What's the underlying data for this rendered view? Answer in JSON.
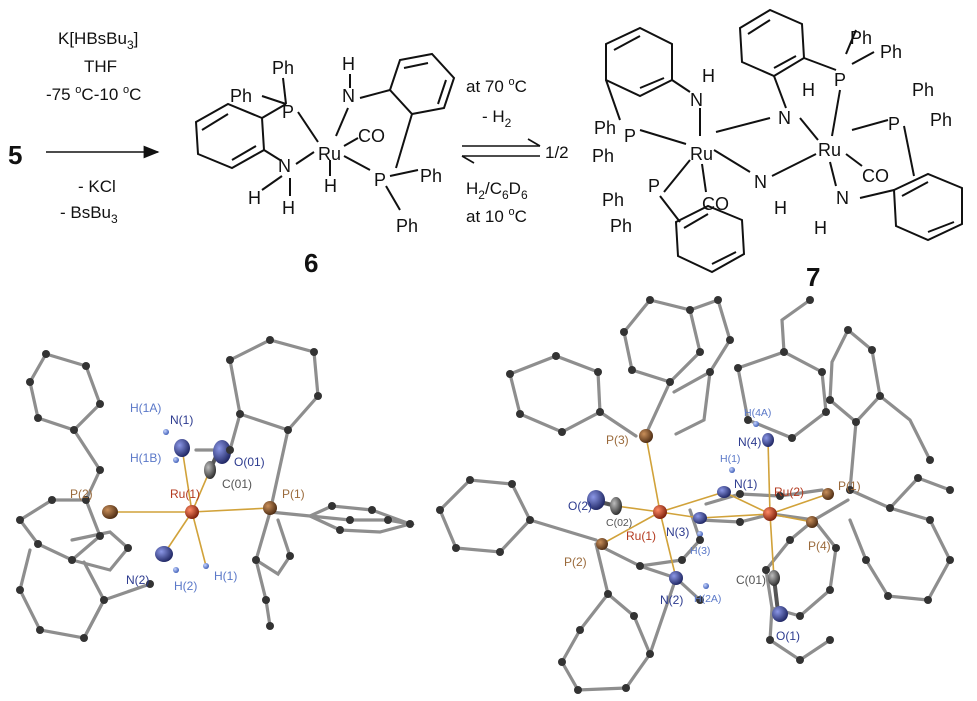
{
  "scheme": {
    "start_label": "5",
    "reagents_above": [
      "K[HBsBu",
      "3",
      "]",
      "THF",
      "-75 ",
      "o",
      "C-10 ",
      "o",
      "C"
    ],
    "reagents_below": [
      "- KCl",
      "- BsBu",
      "3"
    ],
    "cond_forward_1": "at 70 ",
    "cond_forward_deg": "o",
    "cond_forward_C": "C",
    "cond_forward_2": "- H",
    "cond_forward_2_sub": "2",
    "cond_reverse_1": "H",
    "cond_reverse_1_sub": "2",
    "cond_reverse_1b": "/C",
    "cond_reverse_1c": "6",
    "cond_reverse_1d": "D",
    "cond_reverse_1e": "6",
    "cond_reverse_2": "at 10 ",
    "cond_reverse_deg": "o",
    "cond_reverse_C": "C",
    "half": "1/2",
    "compound6": "6",
    "compound7": "7"
  },
  "structure6_labels": {
    "ph_top": "Ph",
    "ph_left": "Ph",
    "p": "P",
    "h_top": "H",
    "n_top": "N",
    "ru": "Ru",
    "co": "CO",
    "n_bottom": "N",
    "h_ru": "H",
    "h_n1": "H",
    "h_n2": "H",
    "p2": "P",
    "ph_r": "Ph",
    "ph_b": "Ph"
  },
  "structure7_labels": {
    "ph1": "Ph",
    "ph2": "Ph",
    "p_a": "P",
    "h_a": "H",
    "n_a": "N",
    "ru_a": "Ru",
    "co_a": "CO",
    "ph3": "Ph",
    "ph4": "Ph",
    "p_b": "P",
    "n_mid": "N",
    "h_mid": "H",
    "n_top": "N",
    "h_top": "H",
    "ph5": "Ph",
    "ph6": "Ph",
    "p_c": "P",
    "ru_b": "Ru",
    "co_b": "CO",
    "ph7": "Ph",
    "ph8": "Ph",
    "p_d": "P",
    "n_b": "N",
    "h_b": "H"
  },
  "crystal6_labels": {
    "h1a": "H(1A)",
    "n1": "N(1)",
    "h1b": "H(1B)",
    "o01": "O(01)",
    "c01": "C(01)",
    "p2": "P(2)",
    "ru1": "Ru(1)",
    "p1": "P(1)",
    "n2": "N(2)",
    "h2": "H(2)",
    "h1": "H(1)"
  },
  "crystal7_labels": {
    "p3": "P(3)",
    "h4a": "H(4A)",
    "n4": "N(4)",
    "h1": "H(1)",
    "n1": "N(1)",
    "ru2": "Ru(2)",
    "p1": "P(1)",
    "o2": "O(2)",
    "c02": "C(02)",
    "n3": "N(3)",
    "ru1": "Ru(1)",
    "p4": "P(4)",
    "h3": "H(3)",
    "p2": "P(2)",
    "c01": "C(01)",
    "n2": "N(2)",
    "h2a": "H(2A)",
    "o1": "O(1)"
  },
  "colors": {
    "ru": "#b33a1f",
    "p": "#9a6a3b",
    "n": "#2d3b8f",
    "h": "#5a78c8",
    "o": "#2d3b8f",
    "c": "#6a6a6a",
    "bond_grey": "#8e8e8e",
    "bond_gold": "#d1a23a"
  }
}
